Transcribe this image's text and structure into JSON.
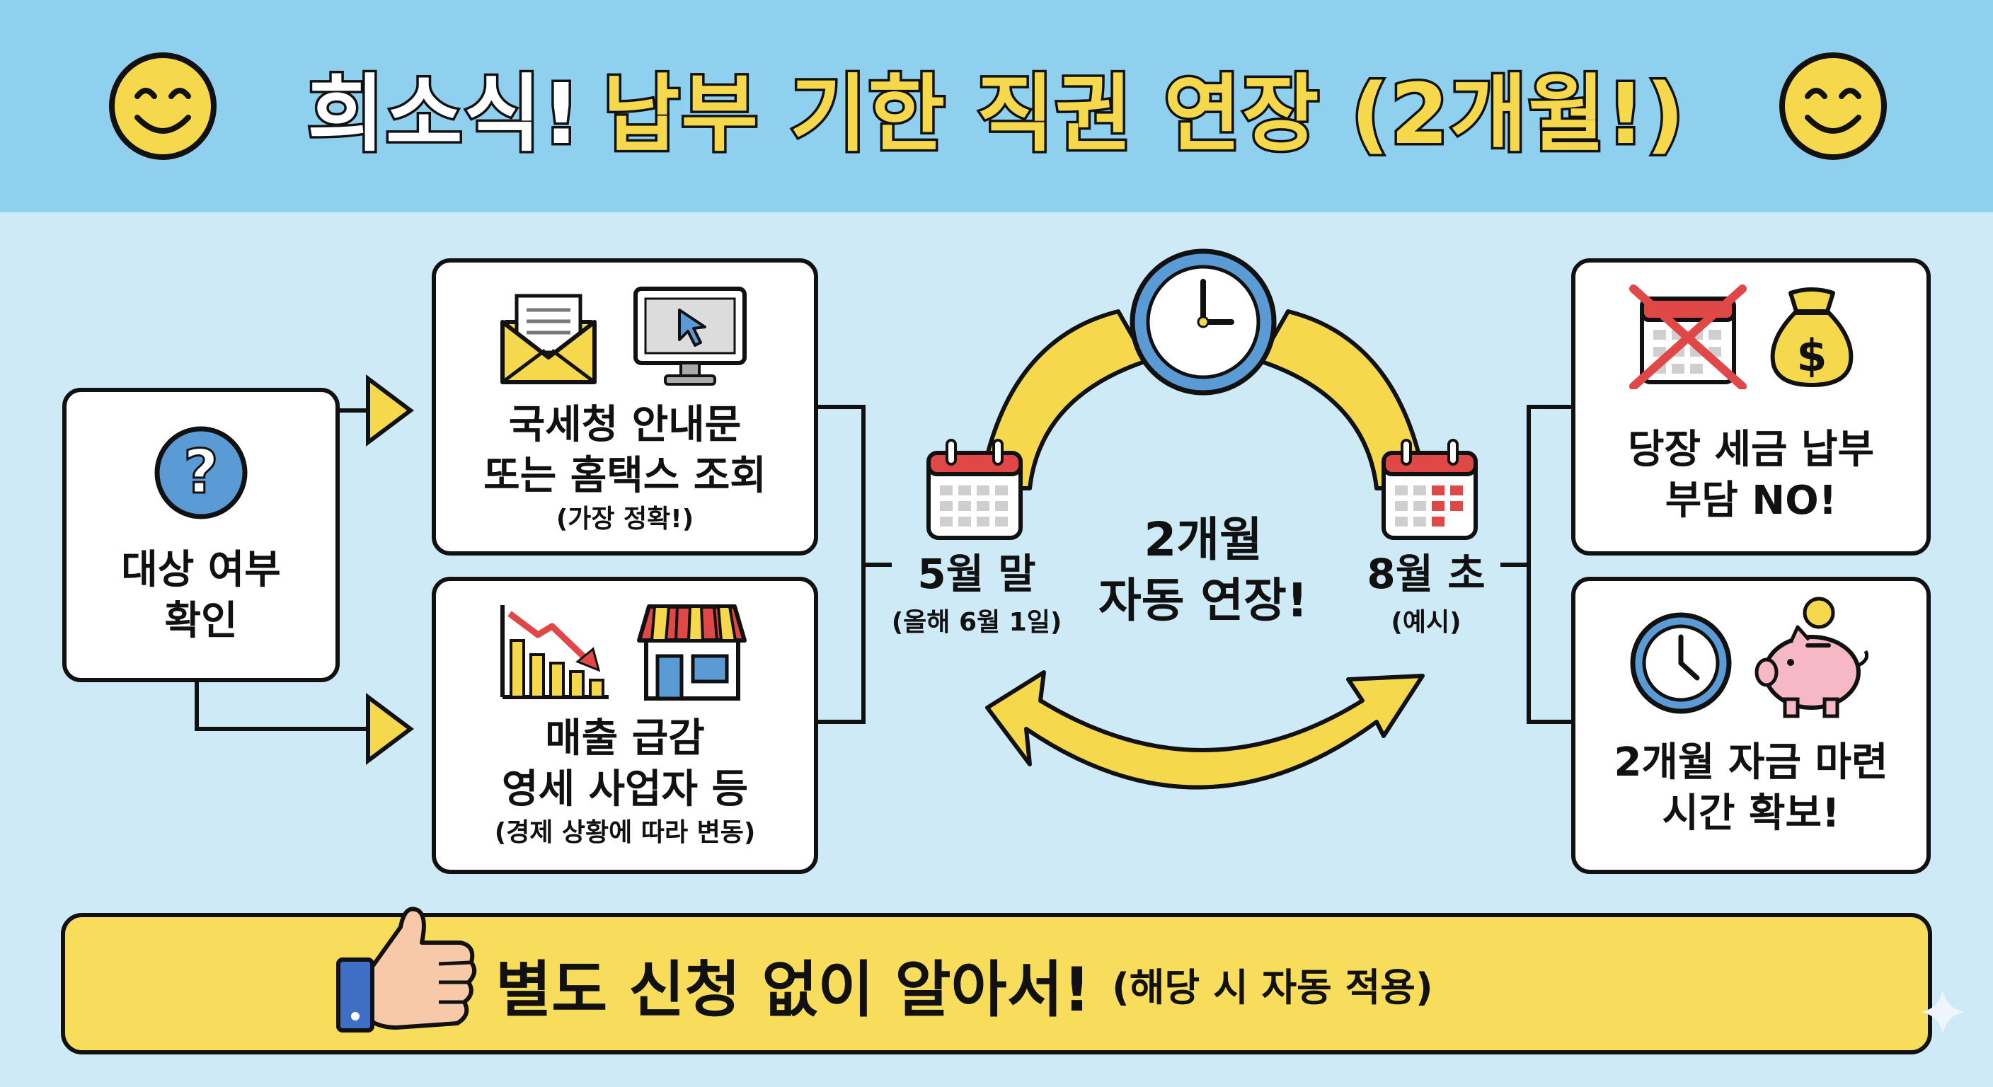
{
  "title": {
    "part1": "희소식!",
    "part2": "납부 기한 직권 연장 (2개월!)"
  },
  "check_box": {
    "line1": "대상 여부",
    "line2": "확인"
  },
  "notice_box": {
    "line1": "국세청 안내문",
    "line2": "또는 홈택스 조회",
    "note": "(가장 정확!)"
  },
  "sales_box": {
    "line1": "매출 급감",
    "line2": "영세 사업자 등",
    "note": "(경제 상황에 따라 변동)"
  },
  "cycle": {
    "start_label": "5월 말",
    "start_note": "(올해 6월 1일)",
    "center_line1": "2개월",
    "center_line2": "자동 연장!",
    "end_label": "8월 초",
    "end_note": "(예시)"
  },
  "benefit1": {
    "line1": "당장 세금 납부",
    "line2": "부담 NO!"
  },
  "benefit2": {
    "line1": "2개월 자금 마련",
    "line2": "시간 확보!"
  },
  "banner": {
    "main": "별도 신청 없이 알아서!",
    "sub": "(해당 시 자동 적용)"
  },
  "colors": {
    "header": "#8fd0ee",
    "background": "#cdeaf6",
    "accent_yellow": "#f6d84c",
    "dark": "#111111",
    "blue": "#5b9bd5",
    "red": "#e04848"
  }
}
